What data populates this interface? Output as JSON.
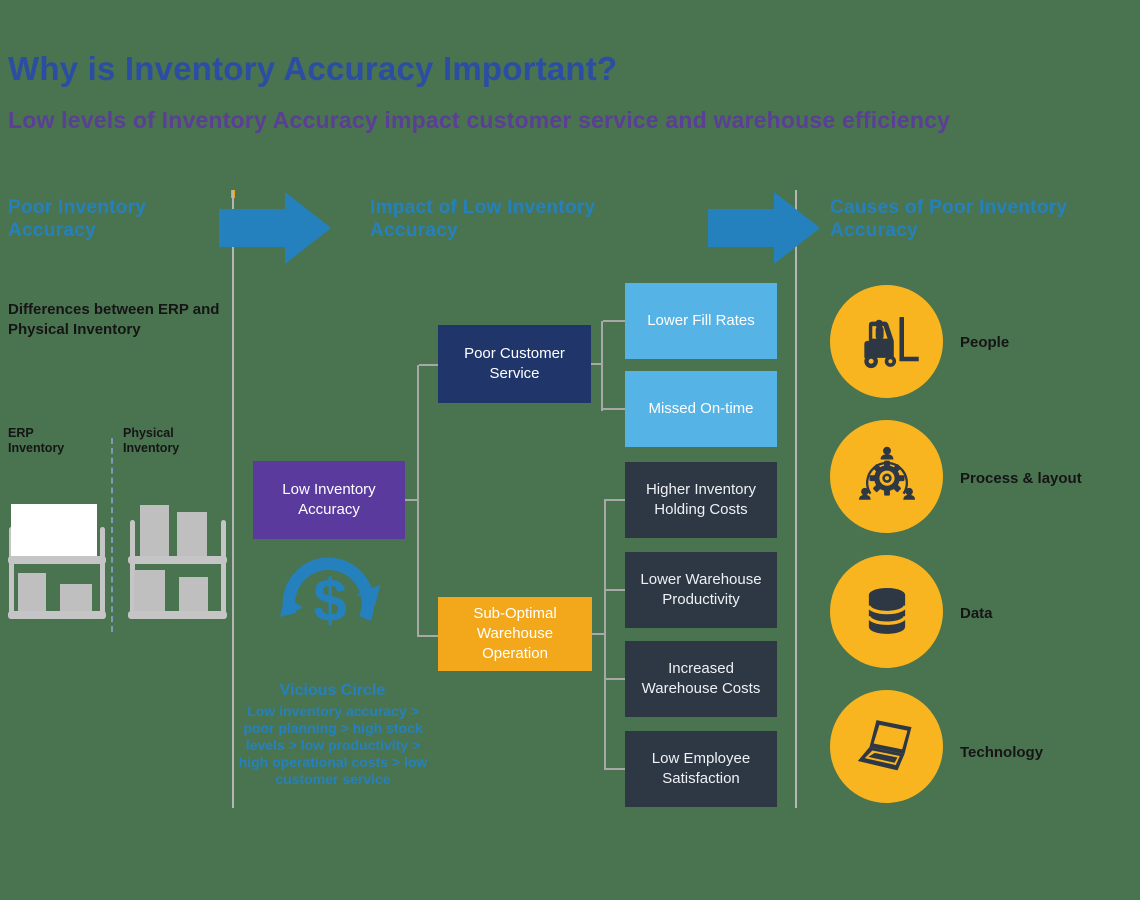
{
  "header": {
    "title": "Why is Inventory Accuracy Important?",
    "subtitle": "Low levels of Inventory Accuracy impact customer service and warehouse efficiency"
  },
  "columns": {
    "left_heading": "Poor Inventory Accuracy",
    "middle_heading": "Impact of Low Inventory Accuracy",
    "right_heading": "Causes of Poor Inventory Accuracy"
  },
  "left": {
    "differences_label": "Differences between ERP and Physical Inventory",
    "erp_label": "ERP Inventory",
    "physical_label": "Physical Inventory"
  },
  "flow": {
    "root": "Low Inventory Accuracy",
    "customer": "Poor Customer Service",
    "warehouse": "Sub-Optimal Warehouse Operation",
    "customer_outcomes": [
      "Lower Fill Rates",
      "Missed On-time"
    ],
    "warehouse_outcomes": [
      "Higher Inventory Holding Costs",
      "Lower Warehouse Productivity",
      "Increased Warehouse Costs",
      "Low Employee Satisfaction"
    ],
    "vicious": {
      "title": "Vicious Circle",
      "text": "Low inventory accuracy > poor planning > high stock levels > low productivity > high operational costs > low customer service"
    }
  },
  "causes": [
    {
      "label": "People",
      "icon": "forklift-icon"
    },
    {
      "label": "Process & layout",
      "icon": "process-gear-icon"
    },
    {
      "label": "Data",
      "icon": "database-icon"
    },
    {
      "label": "Technology",
      "icon": "laptop-icon"
    }
  ],
  "colors": {
    "background": "#4a7350",
    "title_blue": "#2b4da3",
    "subtitle_purple": "#5b3e96",
    "accent_blue": "#2581bd",
    "purple_box": "#5b3a9e",
    "navy_box": "#20356a",
    "light_blue_box": "#56b3e6",
    "dark_box": "#2e3744",
    "amber_box": "#f3a81c",
    "circle_yellow": "#f9b51f",
    "icon_navy": "#2e3744"
  }
}
